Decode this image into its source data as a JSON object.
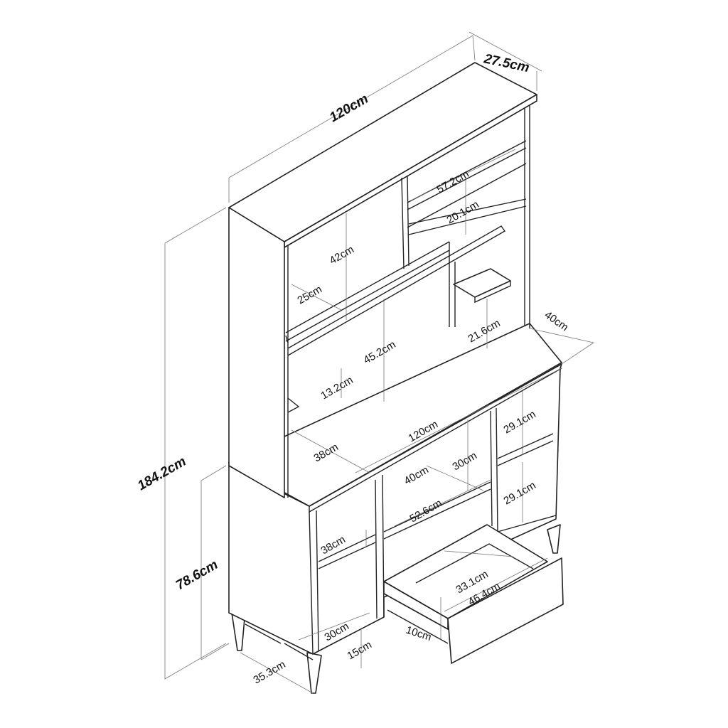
{
  "dimensions": {
    "hutch_depth": "27.5cm",
    "top_width": "120cm",
    "upper_shelf_width": "57.2cm",
    "upper_shelf_height": "20.1cm",
    "left_compartment_height": "42cm",
    "left_compartment_depth": "25cm",
    "small_shelf_height": "21.6cm",
    "middle_opening_height": "45.2cm",
    "desk_depth": "40cm",
    "back_shelf_height": "13.2cm",
    "total_height": "184.2cm",
    "right_upper_cubby_height": "29.1cm",
    "desk_width": "120cm",
    "desk_surface_depth": "38cm",
    "middle_cubby_height": "30cm",
    "middle_cubby_depth": "40cm",
    "right_lower_cubby_height": "29.1cm",
    "base_height": "78.6cm",
    "middle_cubby_width": "52.6cm",
    "left_cubby_height": "38cm",
    "drawer_inner_depth": "33.1cm",
    "drawer_inner_width": "46.4cm",
    "left_cubby_width": "30cm",
    "drawer_height": "10cm",
    "leg_height": "15cm",
    "base_side_depth": "35.3cm"
  }
}
